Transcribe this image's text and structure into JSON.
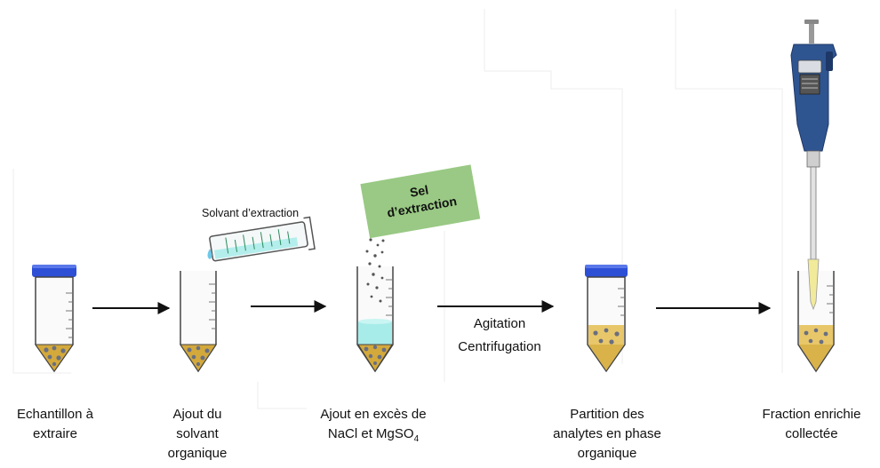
{
  "steps": [
    {
      "lines": [
        "Echantillon à",
        "extraire"
      ]
    },
    {
      "lines": [
        "Ajout du",
        "solvant",
        "organique"
      ]
    },
    {
      "lines": [
        "Ajout en excès de",
        "NaCl et MgSO"
      ],
      "subscript": "4"
    },
    {
      "lines": [
        "Partition des",
        "analytes en phase",
        "organique"
      ]
    },
    {
      "lines": [
        "Fraction enrichie",
        "collectée"
      ]
    }
  ],
  "solvent_label": "Solvant d’extraction",
  "salt_label": [
    "Sel",
    "d’extraction"
  ],
  "arrow_label": [
    "Agitation",
    "Centrifugation"
  ],
  "colors": {
    "cap": "#2d4fd6",
    "sediment": "#d3a93c",
    "organic": "#e8c76a",
    "solvent": "#a8ecea",
    "salt_box": "#90c47a",
    "pipette": "#2f5591",
    "tip": "#f1ea9a"
  }
}
